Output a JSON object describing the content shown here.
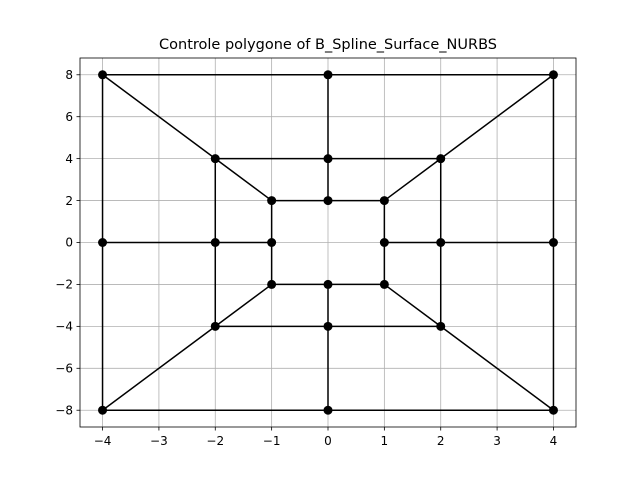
{
  "chart_data": {
    "type": "line",
    "title": "Controle polygone of B_Spline_Surface_NURBS",
    "xlabel": "",
    "ylabel": "",
    "xlim": [
      -4.4,
      4.4
    ],
    "ylim": [
      -8.8,
      8.8
    ],
    "xticks": [
      -4,
      -3,
      -2,
      -1,
      0,
      1,
      2,
      3,
      4
    ],
    "yticks": [
      -8,
      -6,
      -4,
      -2,
      0,
      2,
      4,
      6,
      8
    ],
    "xtick_labels": [
      "−4",
      "−3",
      "−2",
      "−1",
      "0",
      "1",
      "2",
      "3",
      "4"
    ],
    "ytick_labels": [
      "−8",
      "−6",
      "−4",
      "−2",
      "0",
      "2",
      "4",
      "6",
      "8"
    ],
    "grid": true,
    "line_color": "#000000",
    "grid_color": "#b0b0b0",
    "marker": "filled-circle",
    "control_points": [
      [
        [
          -4,
          8
        ],
        [
          -4,
          0
        ],
        [
          -4,
          -8
        ]
      ],
      [
        [
          -2,
          4
        ],
        [
          -2,
          0
        ],
        [
          -2,
          -4
        ]
      ],
      [
        [
          -1,
          2
        ],
        [
          -1,
          0
        ],
        [
          -1,
          -2
        ]
      ],
      [
        [
          0,
          8
        ],
        [
          0,
          4
        ],
        [
          0,
          2
        ],
        [
          0,
          -2
        ],
        [
          0,
          -4
        ],
        [
          0,
          -8
        ]
      ],
      [
        [
          1,
          2
        ],
        [
          1,
          0
        ],
        [
          1,
          -2
        ]
      ],
      [
        [
          2,
          4
        ],
        [
          2,
          0
        ],
        [
          2,
          -4
        ]
      ],
      [
        [
          4,
          8
        ],
        [
          4,
          0
        ],
        [
          4,
          -8
        ]
      ]
    ],
    "polylines": [
      [
        [
          -4,
          8
        ],
        [
          -4,
          0
        ],
        [
          -4,
          -8
        ]
      ],
      [
        [
          4,
          8
        ],
        [
          4,
          0
        ],
        [
          4,
          -8
        ]
      ],
      [
        [
          -2,
          4
        ],
        [
          -2,
          0
        ],
        [
          -2,
          -4
        ]
      ],
      [
        [
          2,
          4
        ],
        [
          2,
          0
        ],
        [
          2,
          -4
        ]
      ],
      [
        [
          -1,
          2
        ],
        [
          -1,
          0
        ],
        [
          -1,
          -2
        ]
      ],
      [
        [
          1,
          2
        ],
        [
          1,
          0
        ],
        [
          1,
          -2
        ]
      ],
      [
        [
          0,
          8
        ],
        [
          0,
          4
        ],
        [
          0,
          2
        ]
      ],
      [
        [
          0,
          -2
        ],
        [
          0,
          -4
        ],
        [
          0,
          -8
        ]
      ],
      [
        [
          -4,
          8
        ],
        [
          0,
          8
        ],
        [
          4,
          8
        ]
      ],
      [
        [
          -2,
          4
        ],
        [
          0,
          4
        ],
        [
          2,
          4
        ]
      ],
      [
        [
          -1,
          2
        ],
        [
          0,
          2
        ],
        [
          1,
          2
        ]
      ],
      [
        [
          -1,
          -2
        ],
        [
          0,
          -2
        ],
        [
          1,
          -2
        ]
      ],
      [
        [
          -2,
          -4
        ],
        [
          0,
          -4
        ],
        [
          2,
          -4
        ]
      ],
      [
        [
          -4,
          -8
        ],
        [
          0,
          -8
        ],
        [
          4,
          -8
        ]
      ],
      [
        [
          -4,
          0
        ],
        [
          -2,
          0
        ],
        [
          -1,
          0
        ]
      ],
      [
        [
          1,
          0
        ],
        [
          2,
          0
        ],
        [
          4,
          0
        ]
      ],
      [
        [
          -4,
          8
        ],
        [
          -2,
          4
        ],
        [
          -1,
          2
        ]
      ],
      [
        [
          4,
          8
        ],
        [
          2,
          4
        ],
        [
          1,
          2
        ]
      ],
      [
        [
          -4,
          -8
        ],
        [
          -2,
          -4
        ],
        [
          -1,
          -2
        ]
      ],
      [
        [
          4,
          -8
        ],
        [
          2,
          -4
        ],
        [
          1,
          -2
        ]
      ]
    ]
  }
}
